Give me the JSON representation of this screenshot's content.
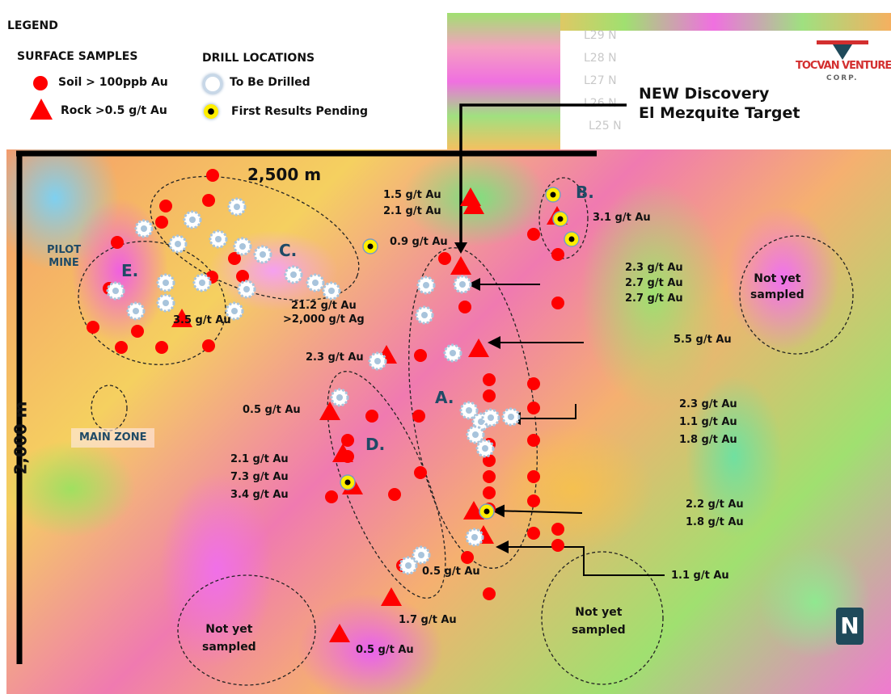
{
  "legend": {
    "title": "LEGEND",
    "surface_title": "SURFACE SAMPLES",
    "soil": "Soil > 100ppb Au",
    "rock": "Rock >0.5 g/t Au",
    "drill_title": "DRILL LOCATIONS",
    "to_be_drilled": "To Be Drilled",
    "pending": "First Results Pending"
  },
  "logo": {
    "name": "TOCVAN VENTURES",
    "sub": "CORP."
  },
  "target": {
    "line1": "NEW Discovery",
    "line2": "El Mezquite Target"
  },
  "grid_lines": [
    "L29 N",
    "L28 N",
    "L27 N",
    "L26 N",
    "L25 N"
  ],
  "scale": {
    "horizontal": "2,500 m",
    "vertical": "2,000 m"
  },
  "zones": {
    "a": "A.",
    "b": "B.",
    "c": "C.",
    "d": "D.",
    "e": "E.",
    "pilot1": "PILOT",
    "pilot2": "MINE",
    "main": "MAIN ZONE"
  },
  "not_sampled": {
    "line1": "Not yet",
    "line2": "sampled"
  },
  "assays": {
    "a1": "1.5 g/t Au",
    "a2": "2.1 g/t Au",
    "a3": "0.9 g/t Au",
    "a4": "3.1 g/t Au",
    "b1": "2.3 g/t Au",
    "b2": "2.7 g/t Au",
    "b3": "2.7 g/t Au",
    "c1": "21.2 g/t Au",
    "c2": ">2,000 g/t Ag",
    "c3": "3.5 g/t Au",
    "c4": "5.5 g/t Au",
    "c5": "2.3 g/t Au",
    "d1": "0.5 g/t Au",
    "d2": "2.3 g/t Au",
    "d3": "1.1 g/t Au",
    "d4": "1.8 g/t Au",
    "e1": "2.1 g/t Au",
    "e2": "7.3 g/t Au",
    "e3": "3.4 g/t Au",
    "f1": "2.2 g/t Au",
    "f2": "1.8 g/t Au",
    "g1": "0.5 g/t Au",
    "g2": "1.1 g/t Au",
    "g3": "1.7 g/t Au",
    "g4": "0.5 g/t Au"
  },
  "north": "N",
  "colors": {
    "soil": "#ff0000",
    "pending": "#ffee00",
    "drill": "#a8c4dc",
    "logo_red": "#d32f2f",
    "logo_teal": "#1f4a5a"
  }
}
